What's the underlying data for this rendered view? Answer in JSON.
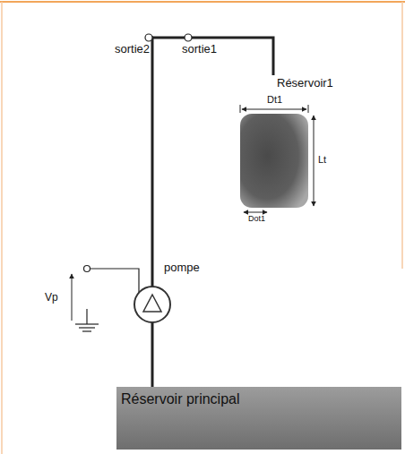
{
  "diagram": {
    "nodes": [
      {
        "text": [
          "Réservoir1"
        ]
      },
      {
        "text": [
          "pompe"
        ]
      },
      {
        "text": [
          "Réservoir principal"
        ]
      }
    ],
    "edges": [
      {
        "from": 1,
        "to": 0,
        "arrow": "none"
      },
      {
        "from": 1,
        "to": 2,
        "arrow": "none"
      }
    ],
    "labels": [
      "sortie2",
      "sortie1",
      "Dt1",
      "Lt",
      "Dot1",
      "Vp"
    ]
  }
}
